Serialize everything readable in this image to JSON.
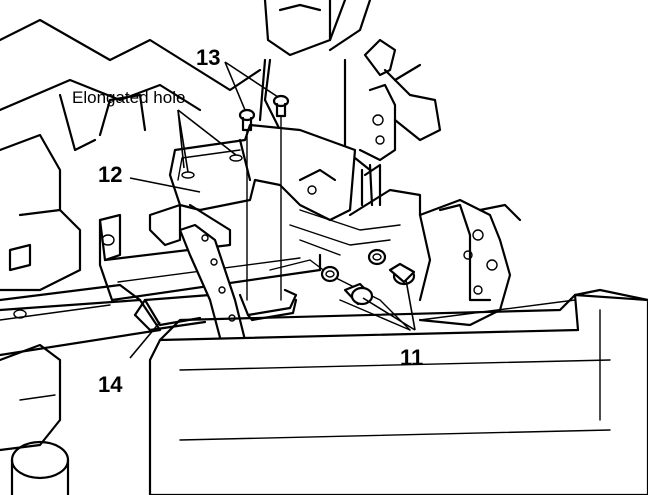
{
  "labels": {
    "elongated_hole": "Elongated hole",
    "part_11": "11",
    "part_12": "12",
    "part_13": "13",
    "part_14": "14"
  },
  "colors": {
    "line": "#000000",
    "background": "#ffffff"
  }
}
